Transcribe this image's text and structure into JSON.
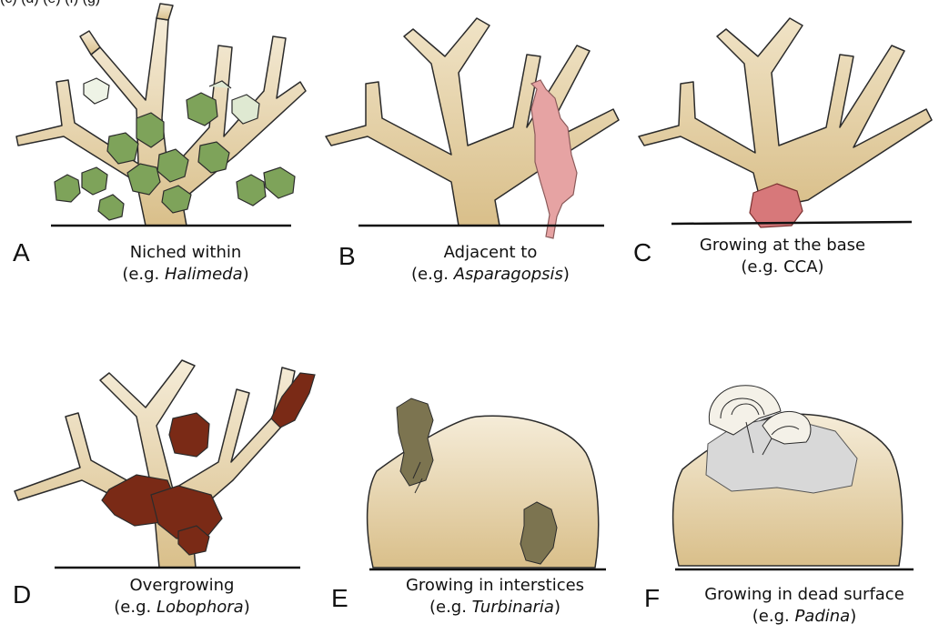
{
  "top_fragment": "(c) (d) (e) (f) (g)",
  "panels": [
    {
      "letter": "A",
      "line1": "Niched within",
      "prefix": "(e.g. ",
      "genus": "Halimeda",
      "suffix": ")"
    },
    {
      "letter": "B",
      "line1": "Adjacent to",
      "prefix": "(e.g. ",
      "genus": "Asparagopsis",
      "suffix": ")"
    },
    {
      "letter": "C",
      "line1": "Growing at the base",
      "prefix": "(e.g. CCA)",
      "genus": "",
      "suffix": ""
    },
    {
      "letter": "D",
      "line1": "Overgrowing",
      "prefix": "(e.g. ",
      "genus": "Lobophora",
      "suffix": ")"
    },
    {
      "letter": "E",
      "line1": "Growing in interstices",
      "prefix": "(e.g. ",
      "genus": "Turbinaria",
      "suffix": ")"
    },
    {
      "letter": "F",
      "line1": "Growing in dead surface",
      "prefix": "(e.g. ",
      "genus": "Padina",
      "suffix": ")"
    }
  ],
  "colors": {
    "coral": "#d9bf8a",
    "coral_light": "#efe4cc",
    "halimeda": "#7ea35a",
    "asparagopsis": "#e6a3a3",
    "cca": "#d7787a",
    "lobophora": "#7a2a16",
    "turbinaria": "#7c7450",
    "padina": "#f4f1e8",
    "dead_surface": "#d8d8d8"
  }
}
